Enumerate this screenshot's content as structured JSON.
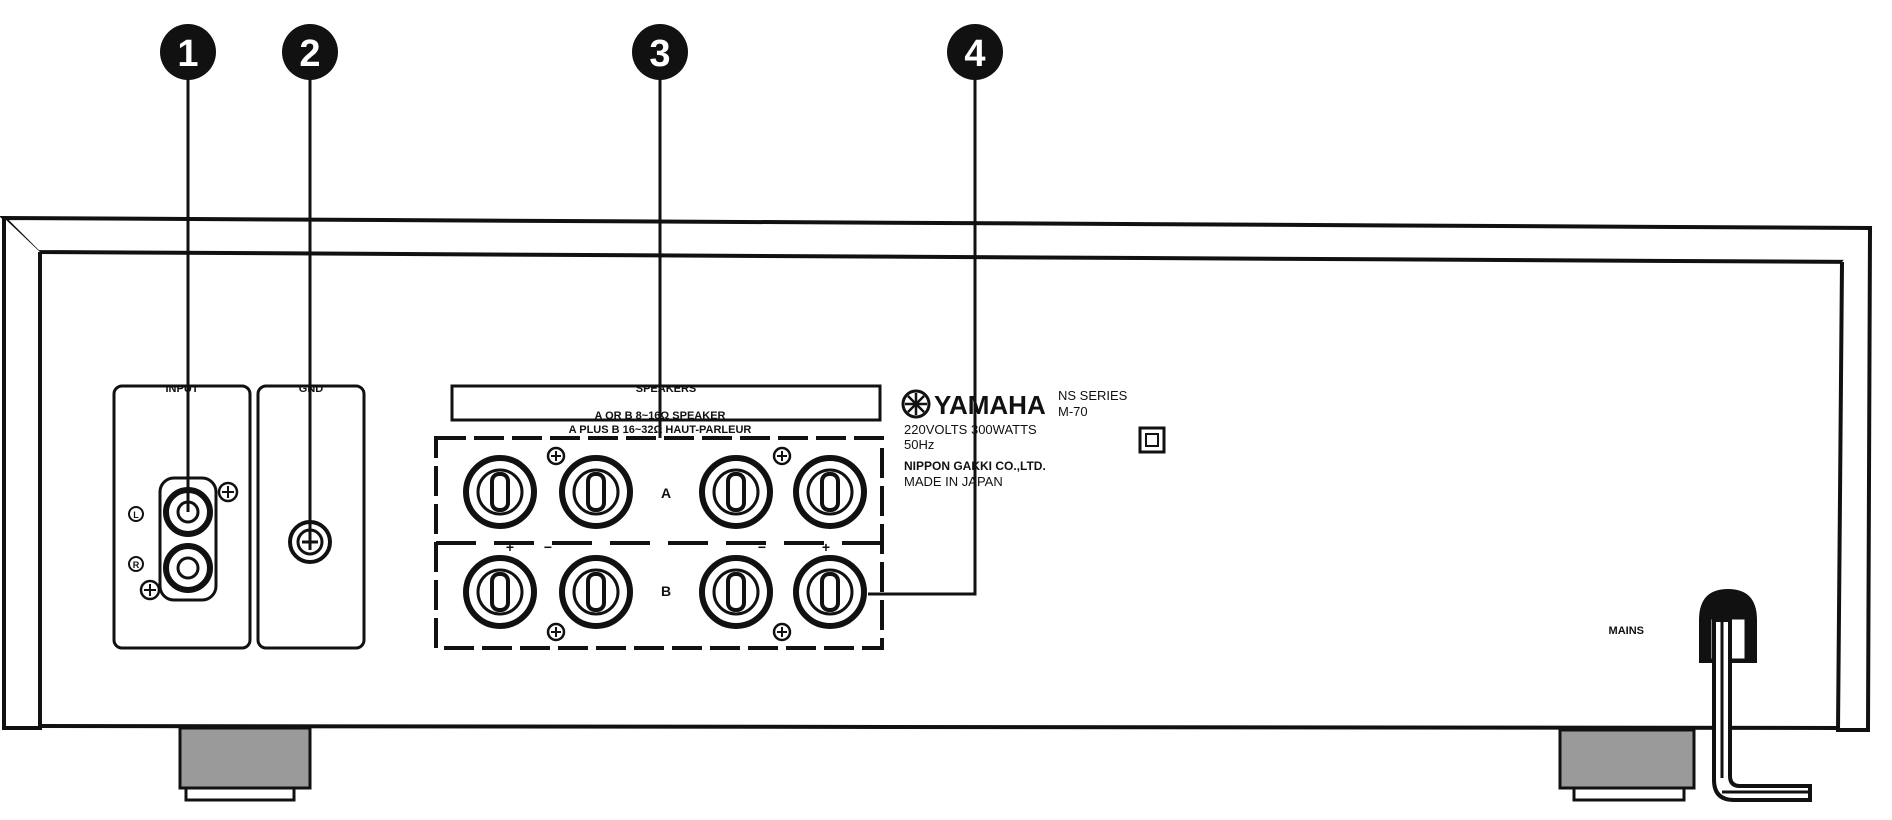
{
  "callouts": [
    "1",
    "2",
    "3",
    "4"
  ],
  "panels": {
    "input_label": "INPUT",
    "gnd_label": "GND",
    "input_left_mark": "L",
    "input_right_mark": "R"
  },
  "speakers": {
    "title": "SPEAKERS",
    "line1": "A OR B  8~16Ω SPEAKER",
    "line2": "A PLUS B  16~32Ω HAUT-PARLEUR",
    "row_a": "A",
    "row_b": "B",
    "plus": "+",
    "minus": "−"
  },
  "nameplate": {
    "brand": "YAMAHA",
    "series": "NS SERIES",
    "model": "M-70",
    "spec1": "220VOLTS  300WATTS",
    "spec2": "50Hz",
    "maker": "NIPPON GAKKI CO.,LTD.",
    "origin": "MADE IN JAPAN"
  },
  "mains": {
    "label": "MAINS"
  },
  "colors": {
    "ink": "#111111",
    "paper": "#ffffff",
    "foot_fill": "#9a9a9a"
  }
}
